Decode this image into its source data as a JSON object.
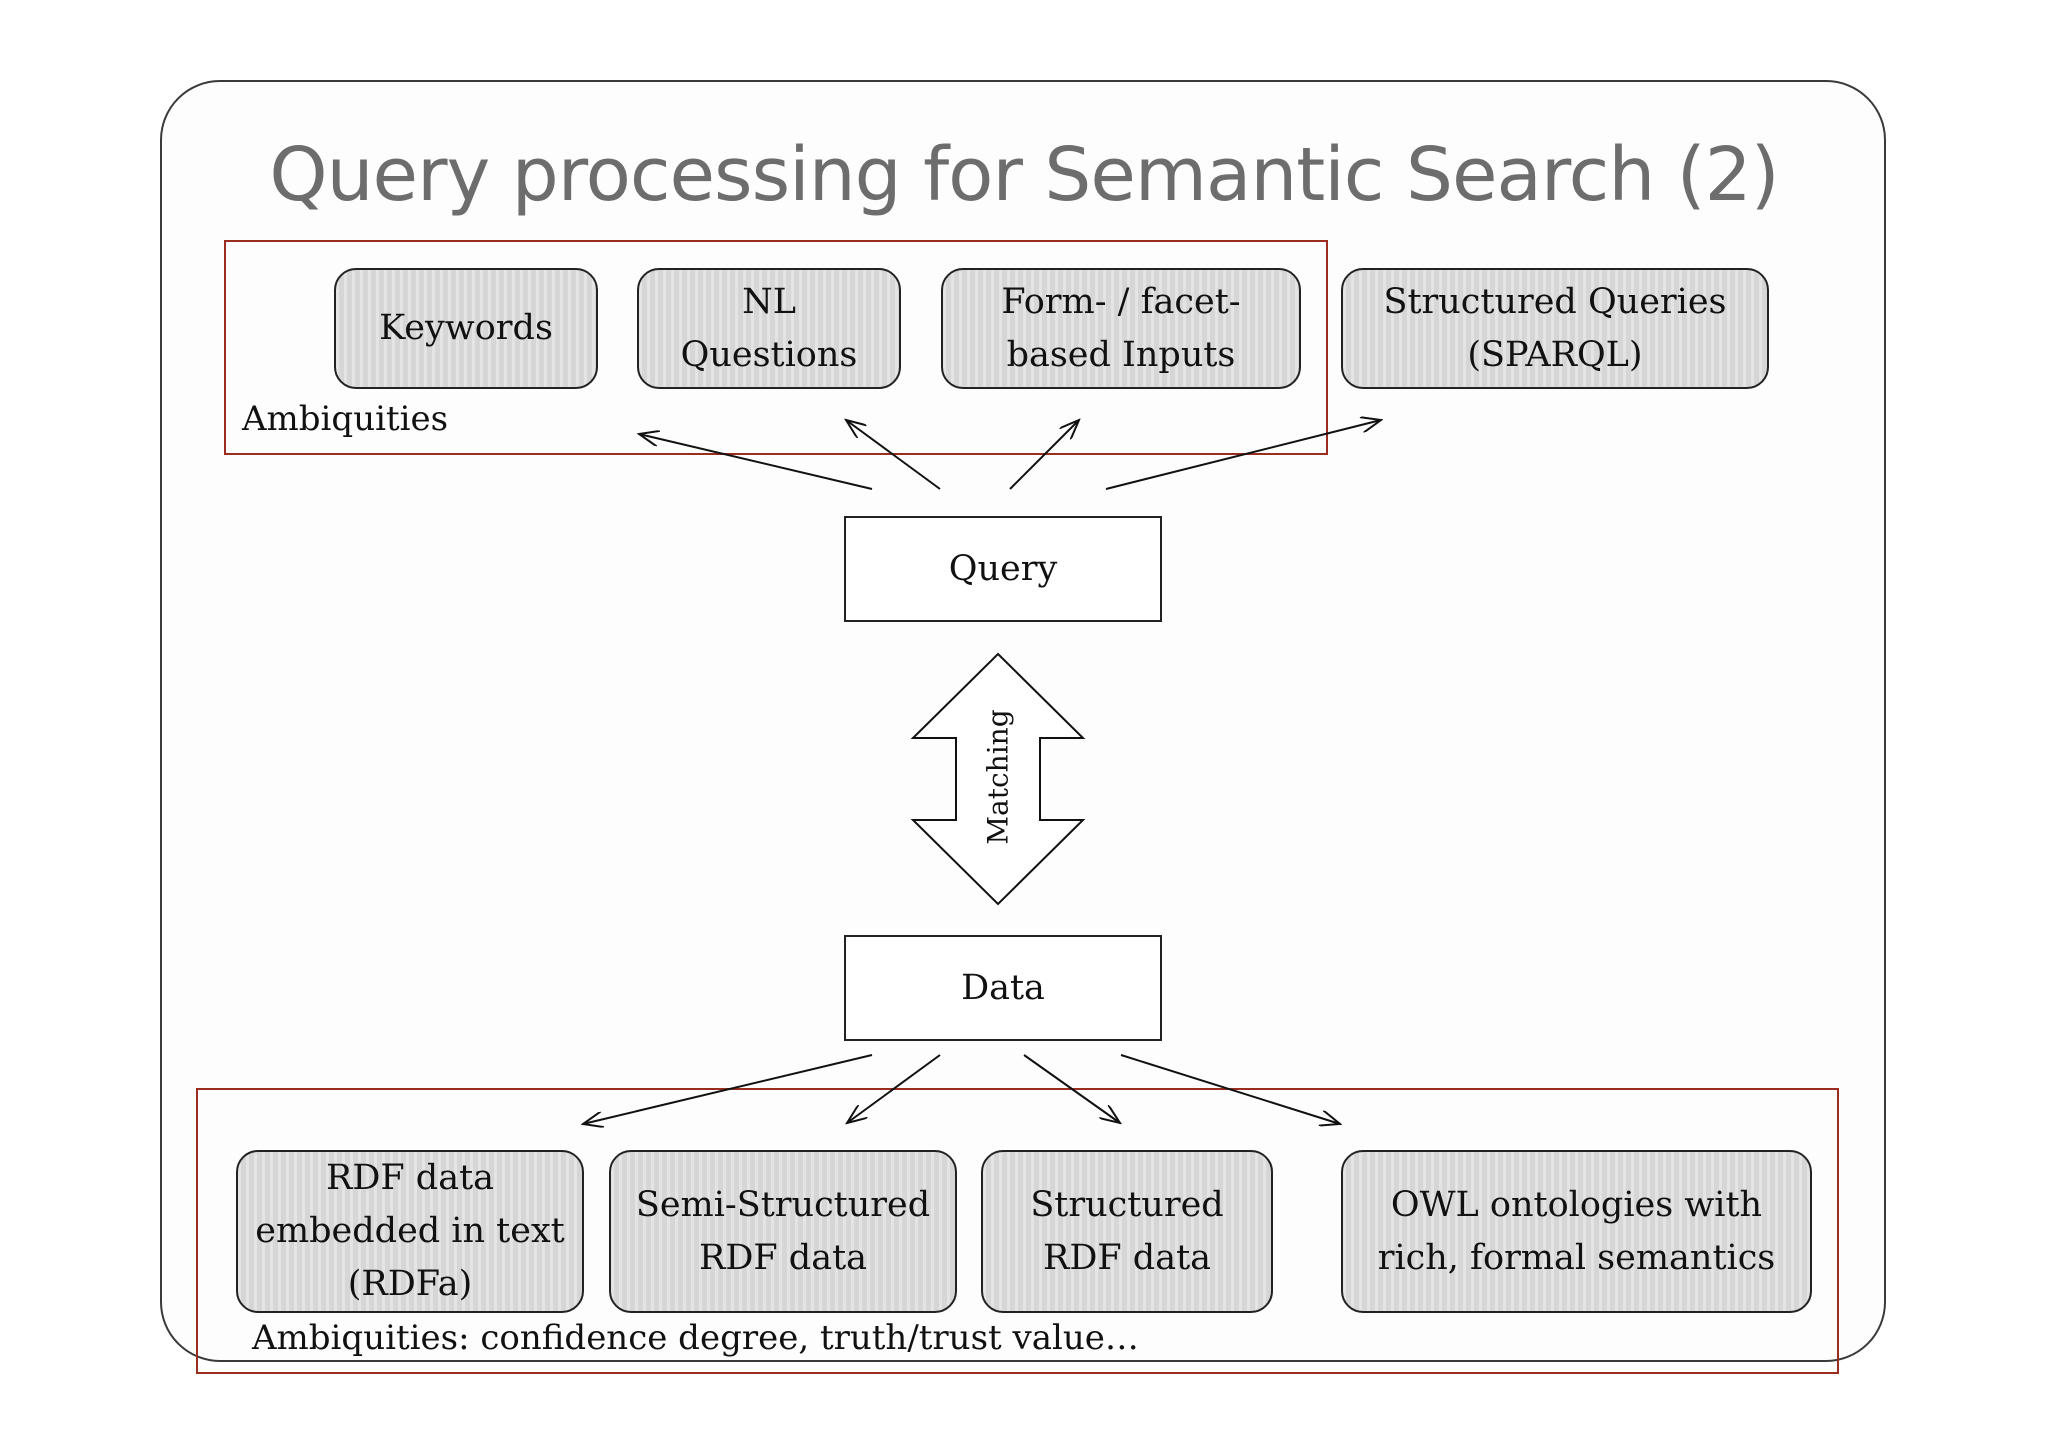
{
  "title": "Query processing for Semantic Search (2)",
  "query_types": [
    {
      "label": "Keywords"
    },
    {
      "label": "NL\nQuestions"
    },
    {
      "label": "Form- / facet-\nbased Inputs"
    },
    {
      "label": "Structured Queries\n(SPARQL)"
    }
  ],
  "top_group_label": "Ambiquities",
  "query_label": "Query",
  "matching_label": "Matching",
  "data_label": "Data",
  "data_types": [
    {
      "label": "RDF data\nembedded in text\n(RDFa)"
    },
    {
      "label": "Semi-Structured\nRDF data"
    },
    {
      "label": "Structured\nRDF data"
    },
    {
      "label": "OWL ontologies with\nrich, formal semantics"
    }
  ],
  "bottom_group_label": "Ambiquities: confidence degree,  truth/trust value…",
  "colors": {
    "group_border": "#9a2d1f",
    "box_fill": "#d6d6d6",
    "title": "#6d6d6d"
  }
}
